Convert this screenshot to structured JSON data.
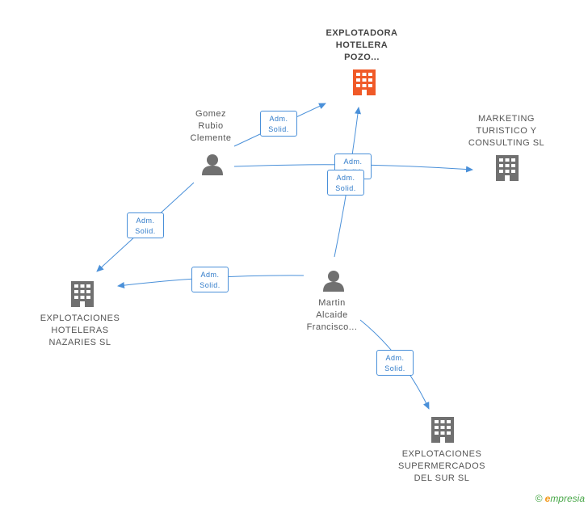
{
  "nodes": {
    "explotadora": {
      "label": "EXPLOTADORA\nHOTELERA\nPOZO...",
      "kind": "company",
      "color": "#f05a28"
    },
    "marketing": {
      "label": "MARKETING\nTURISTICO Y\nCONSULTING SL",
      "kind": "company",
      "color": "#707070"
    },
    "gomez": {
      "label": "Gomez\nRubio\nClemente",
      "kind": "person",
      "color": "#707070"
    },
    "nazaries": {
      "label": "EXPLOTACIONES\nHOTELERAS\nNAZARIES SL",
      "kind": "company",
      "color": "#707070"
    },
    "martin": {
      "label": "Martin\nAlcaide\nFrancisco...",
      "kind": "person",
      "color": "#707070"
    },
    "supermercados": {
      "label": "EXPLOTACIONES\nSUPERMERCADOS\nDEL SUR SL",
      "kind": "company",
      "color": "#707070"
    }
  },
  "edge_label": "Adm.\nSolid.",
  "edge_labels": {
    "gomez_explotadora": "Adm.\nSolid.",
    "gomez_marketing": "Adm.\nSolid.",
    "martin_explotadora": "Adm.\nSolid.",
    "gomez_nazaries": "Adm.\nSolid.",
    "martin_nazaries": "Adm.\nSolid.",
    "martin_supermercados": "Adm.\nSolid."
  },
  "colors": {
    "edge": "#4a90d9",
    "icon": "#707070",
    "highlight": "#f05a28"
  },
  "brand": {
    "copyright": "©",
    "e": "e",
    "name": "mpresia"
  }
}
